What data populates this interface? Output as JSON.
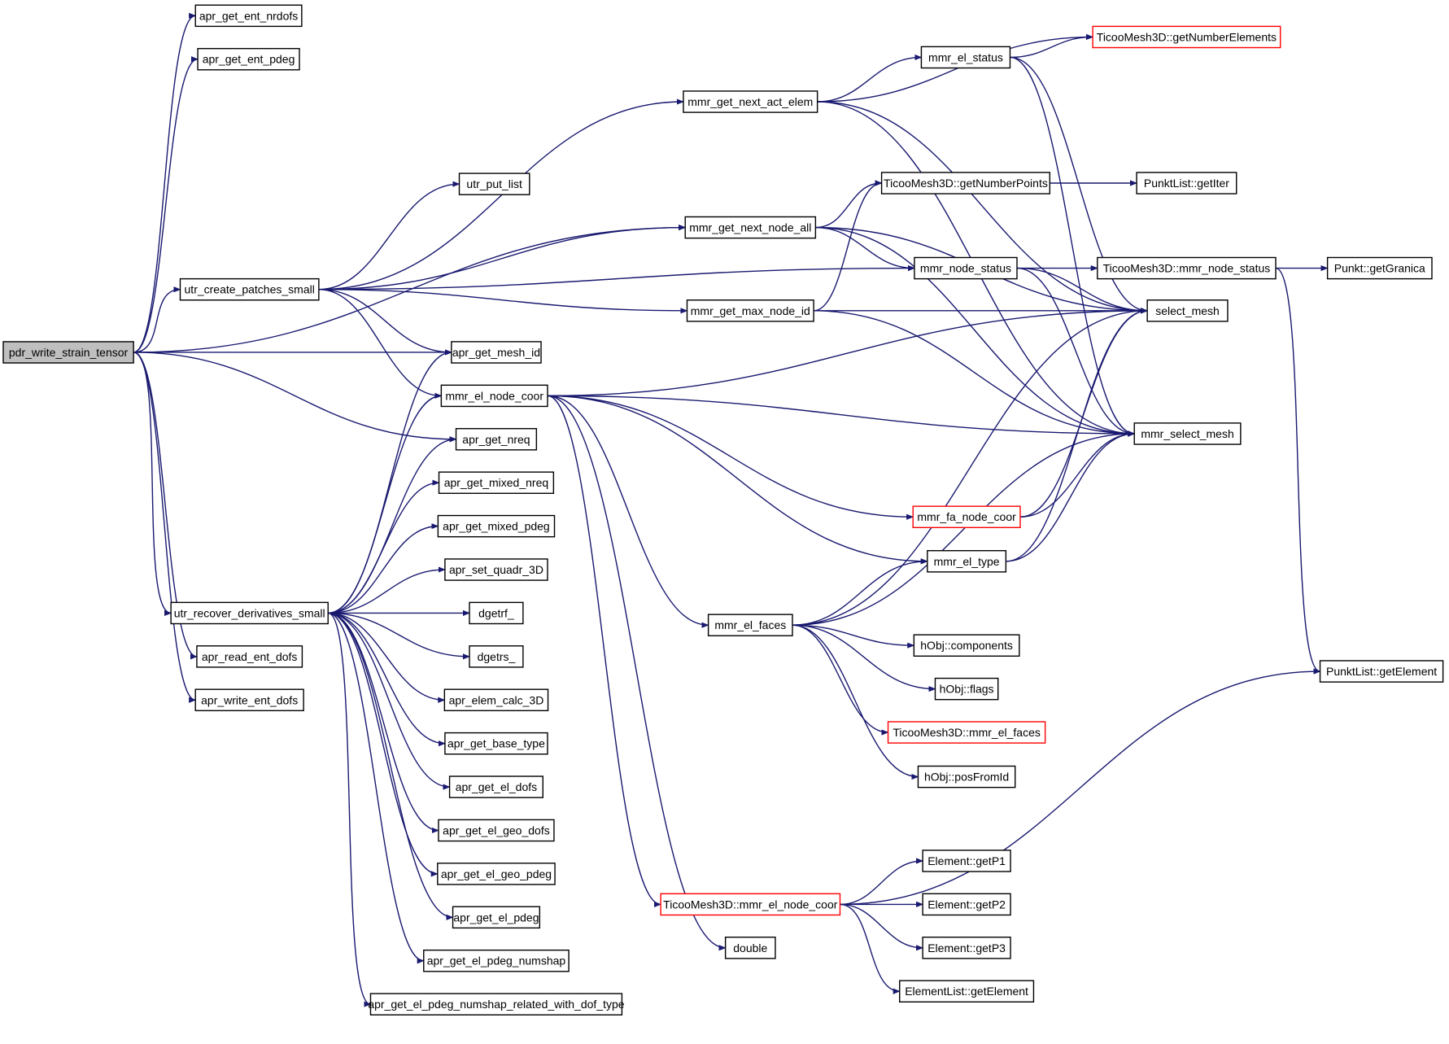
{
  "colors": {
    "edge": "#191970",
    "node_border": "#000000",
    "node_border_truncated": "#ff0000",
    "root_fill": "#bfbfbf",
    "background": "#ffffff"
  },
  "diagram": {
    "type": "call-graph",
    "nodes": [
      {
        "id": "n0",
        "label": "pdr_write_strain_tensor",
        "root": true
      },
      {
        "id": "n1",
        "label": "apr_get_ent_nrdofs"
      },
      {
        "id": "n2",
        "label": "apr_get_ent_pdeg"
      },
      {
        "id": "n3",
        "label": "mmr_get_next_act_elem"
      },
      {
        "id": "n4",
        "label": "mmr_el_status"
      },
      {
        "id": "n5",
        "label": "TicooMesh3D::getNumberElements",
        "truncated": true
      },
      {
        "id": "n6",
        "label": "select_mesh"
      },
      {
        "id": "n7",
        "label": "mmr_select_mesh"
      },
      {
        "id": "n8",
        "label": "mmr_get_next_node_all"
      },
      {
        "id": "n9",
        "label": "TicooMesh3D::getNumberPoints"
      },
      {
        "id": "n10",
        "label": "PunktList::getIter"
      },
      {
        "id": "n11",
        "label": "mmr_node_status"
      },
      {
        "id": "n12",
        "label": "TicooMesh3D::mmr_node_status"
      },
      {
        "id": "n13",
        "label": "Punkt::getGranica"
      },
      {
        "id": "n14",
        "label": "PunktList::getElement"
      },
      {
        "id": "n15",
        "label": "utr_create_patches_small"
      },
      {
        "id": "n16",
        "label": "utr_put_list"
      },
      {
        "id": "n17",
        "label": "mmr_get_max_node_id"
      },
      {
        "id": "n18",
        "label": "apr_get_mesh_id"
      },
      {
        "id": "n19",
        "label": "mmr_el_node_coor"
      },
      {
        "id": "n20",
        "label": "mmr_fa_node_coor",
        "truncated": true
      },
      {
        "id": "n21",
        "label": "mmr_el_type"
      },
      {
        "id": "n22",
        "label": "mmr_el_faces"
      },
      {
        "id": "n23",
        "label": "hObj::components"
      },
      {
        "id": "n24",
        "label": "hObj::flags"
      },
      {
        "id": "n25",
        "label": "TicooMesh3D::mmr_el_faces",
        "truncated": true
      },
      {
        "id": "n26",
        "label": "hObj::posFromId"
      },
      {
        "id": "n27",
        "label": "TicooMesh3D::mmr_el_node_coor",
        "truncated": true
      },
      {
        "id": "n28",
        "label": "Element::getP1"
      },
      {
        "id": "n29",
        "label": "Element::getP2"
      },
      {
        "id": "n30",
        "label": "Element::getP3"
      },
      {
        "id": "n31",
        "label": "ElementList::getElement"
      },
      {
        "id": "n32",
        "label": "double"
      },
      {
        "id": "n33",
        "label": "apr_get_nreq"
      },
      {
        "id": "n34",
        "label": "utr_recover_derivatives_small"
      },
      {
        "id": "n35",
        "label": "apr_get_mixed_nreq"
      },
      {
        "id": "n36",
        "label": "apr_get_mixed_pdeg"
      },
      {
        "id": "n37",
        "label": "apr_set_quadr_3D"
      },
      {
        "id": "n38",
        "label": "dgetrf_"
      },
      {
        "id": "n39",
        "label": "dgetrs_"
      },
      {
        "id": "n40",
        "label": "apr_elem_calc_3D"
      },
      {
        "id": "n41",
        "label": "apr_get_base_type"
      },
      {
        "id": "n42",
        "label": "apr_get_el_dofs"
      },
      {
        "id": "n43",
        "label": "apr_get_el_geo_dofs"
      },
      {
        "id": "n44",
        "label": "apr_get_el_geo_pdeg"
      },
      {
        "id": "n45",
        "label": "apr_get_el_pdeg"
      },
      {
        "id": "n46",
        "label": "apr_get_el_pdeg_numshap"
      },
      {
        "id": "n47",
        "label": "apr_get_el_pdeg_numshap_related_with_dof_type"
      },
      {
        "id": "n48",
        "label": "apr_read_ent_dofs"
      },
      {
        "id": "n49",
        "label": "apr_write_ent_dofs"
      }
    ],
    "edges": [
      [
        "n0",
        "n1"
      ],
      [
        "n0",
        "n2"
      ],
      [
        "n0",
        "n8"
      ],
      [
        "n0",
        "n15"
      ],
      [
        "n0",
        "n18"
      ],
      [
        "n0",
        "n33"
      ],
      [
        "n0",
        "n34"
      ],
      [
        "n0",
        "n48"
      ],
      [
        "n0",
        "n49"
      ],
      [
        "n15",
        "n3"
      ],
      [
        "n15",
        "n16"
      ],
      [
        "n15",
        "n8"
      ],
      [
        "n15",
        "n11"
      ],
      [
        "n15",
        "n17"
      ],
      [
        "n15",
        "n18"
      ],
      [
        "n15",
        "n19"
      ],
      [
        "n3",
        "n5"
      ],
      [
        "n3",
        "n4"
      ],
      [
        "n3",
        "n6"
      ],
      [
        "n3",
        "n7"
      ],
      [
        "n4",
        "n5"
      ],
      [
        "n4",
        "n6"
      ],
      [
        "n4",
        "n7"
      ],
      [
        "n8",
        "n9"
      ],
      [
        "n8",
        "n11"
      ],
      [
        "n8",
        "n6"
      ],
      [
        "n8",
        "n7"
      ],
      [
        "n9",
        "n10"
      ],
      [
        "n11",
        "n12"
      ],
      [
        "n11",
        "n6"
      ],
      [
        "n11",
        "n7"
      ],
      [
        "n12",
        "n13"
      ],
      [
        "n12",
        "n14"
      ],
      [
        "n17",
        "n9"
      ],
      [
        "n17",
        "n6"
      ],
      [
        "n17",
        "n7"
      ],
      [
        "n19",
        "n6"
      ],
      [
        "n19",
        "n20"
      ],
      [
        "n19",
        "n21"
      ],
      [
        "n19",
        "n22"
      ],
      [
        "n19",
        "n7"
      ],
      [
        "n19",
        "n27"
      ],
      [
        "n19",
        "n32"
      ],
      [
        "n20",
        "n6"
      ],
      [
        "n20",
        "n7"
      ],
      [
        "n21",
        "n6"
      ],
      [
        "n21",
        "n7"
      ],
      [
        "n22",
        "n6"
      ],
      [
        "n22",
        "n21"
      ],
      [
        "n22",
        "n7"
      ],
      [
        "n22",
        "n23"
      ],
      [
        "n22",
        "n24"
      ],
      [
        "n22",
        "n25"
      ],
      [
        "n22",
        "n26"
      ],
      [
        "n27",
        "n28"
      ],
      [
        "n27",
        "n29"
      ],
      [
        "n27",
        "n30"
      ],
      [
        "n27",
        "n31"
      ],
      [
        "n27",
        "n14"
      ],
      [
        "n34",
        "n18"
      ],
      [
        "n34",
        "n19"
      ],
      [
        "n34",
        "n33"
      ],
      [
        "n34",
        "n35"
      ],
      [
        "n34",
        "n36"
      ],
      [
        "n34",
        "n37"
      ],
      [
        "n34",
        "n38"
      ],
      [
        "n34",
        "n39"
      ],
      [
        "n34",
        "n40"
      ],
      [
        "n34",
        "n41"
      ],
      [
        "n34",
        "n42"
      ],
      [
        "n34",
        "n43"
      ],
      [
        "n34",
        "n44"
      ],
      [
        "n34",
        "n45"
      ],
      [
        "n34",
        "n46"
      ],
      [
        "n34",
        "n47"
      ]
    ]
  }
}
